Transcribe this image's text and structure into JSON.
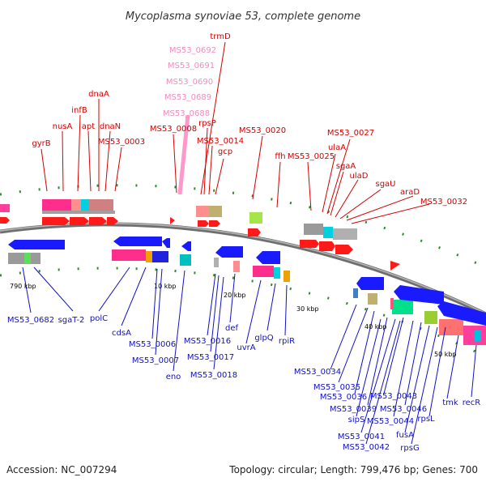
{
  "title": "Mycoplasma synoviae 53, complete genome",
  "footer": {
    "accession": "Accession: NC_007294",
    "summary": "Topology: circular; Length: 799,476 bp; Genes: 700"
  },
  "colors": {
    "label_top": "#d40000",
    "label_bottom": "#1010c8",
    "label_rna": "#f08cc0",
    "backbone": "#7f7f7f",
    "tick": "#2e8b2e",
    "arrow_red": "#ff1a1a",
    "arrow_blue": "#1a1aff"
  },
  "scale_labels": [
    "790 kbp",
    "10 kbp",
    "20 kbp",
    "30 kbp",
    "40 kbp",
    "50 kbp"
  ],
  "top_labels": [
    "gyrB",
    "nusA",
    "infB",
    "apt",
    "dnaA",
    "dnaN",
    "MS53_0003",
    "MS53_0008",
    "rpsP",
    "MS53_0014",
    "gcp",
    "MS53_0020",
    "ffh",
    "MS53_0025",
    "ulaA",
    "MS53_0027",
    "sgaA",
    "ulaD",
    "sgaU",
    "araD",
    "MS53_0032",
    "trmD"
  ],
  "rna_labels": [
    "MS53_0692",
    "MS53_0691",
    "MS53_0690",
    "MS53_0689",
    "MS53_0688"
  ],
  "bottom_labels": [
    "MS53_0682",
    "sgaT-2",
    "polC",
    "cdsA",
    "MS53_0006",
    "MS53_0007",
    "eno",
    "MS53_0016",
    "def",
    "MS53_0017",
    "MS53_0018",
    "uvrA",
    "glpQ",
    "rpiR",
    "MS53_0034",
    "MS53_0035",
    "MS53_0036",
    "MS53_0043",
    "MS53_0039",
    "MS53_0046",
    "sipS",
    "MS53_0044",
    "rpsL",
    "MS53_0041",
    "fusA",
    "MS53_0042",
    "rpsG",
    "tmk",
    "recR"
  ]
}
